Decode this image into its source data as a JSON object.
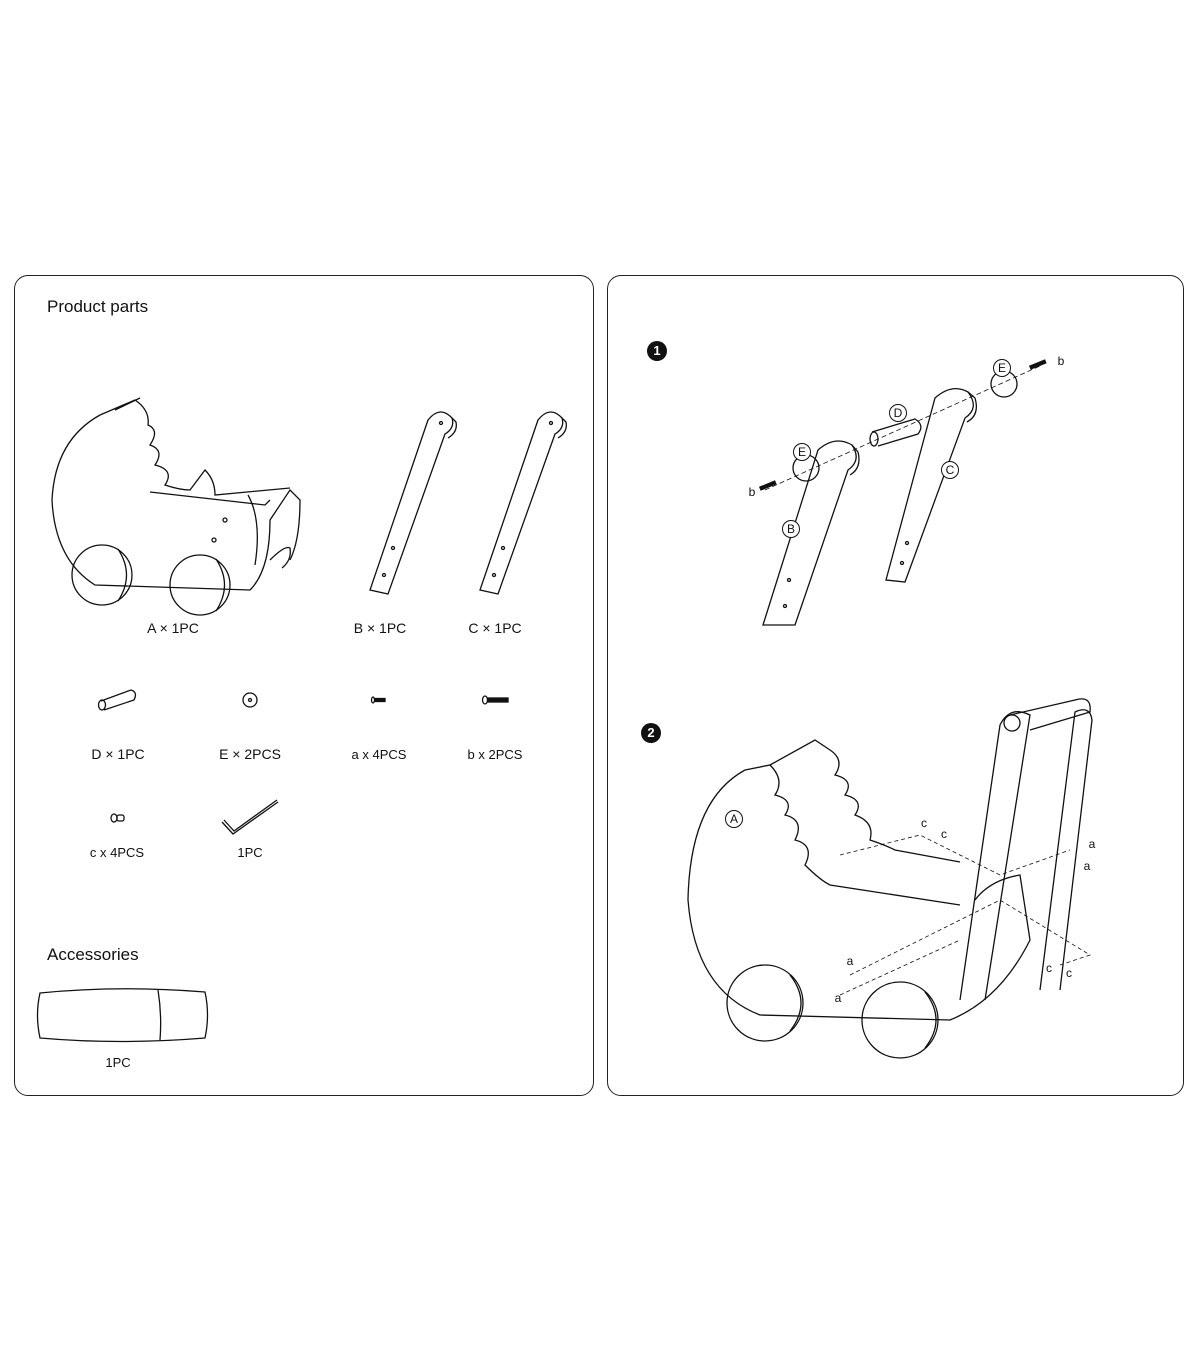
{
  "product_parts": {
    "title": "Product parts",
    "items": [
      {
        "id": "A",
        "label": "A × 1PC",
        "icon": "pram-body"
      },
      {
        "id": "B",
        "label": "B × 1PC",
        "icon": "handle-bar"
      },
      {
        "id": "C",
        "label": "C × 1PC",
        "icon": "handle-bar"
      },
      {
        "id": "D",
        "label": "D × 1PC",
        "icon": "dowel"
      },
      {
        "id": "E",
        "label": "E × 2PCS",
        "icon": "round-cap"
      },
      {
        "id": "a",
        "label": "a x 4PCS",
        "icon": "short-screw"
      },
      {
        "id": "b",
        "label": "b x 2PCS",
        "icon": "long-screw"
      },
      {
        "id": "c",
        "label": "c x 4PCS",
        "icon": "barrel-nut"
      },
      {
        "id": "key",
        "label": "1PC",
        "icon": "allen-key"
      }
    ]
  },
  "accessories": {
    "title": "Accessories",
    "items": [
      {
        "label": "1PC",
        "icon": "cushion"
      }
    ]
  },
  "steps": [
    {
      "number": "1",
      "labels": {
        "e1": "E",
        "e2": "E",
        "d": "D",
        "c": "C",
        "b": "B",
        "b1": "b",
        "b2": "b"
      }
    },
    {
      "number": "2",
      "labels": {
        "a": "A",
        "c1": "c",
        "c2": "c",
        "c3": "c",
        "c4": "c",
        "a1": "a",
        "a2": "a",
        "a3": "a",
        "a4": "a"
      }
    }
  ]
}
